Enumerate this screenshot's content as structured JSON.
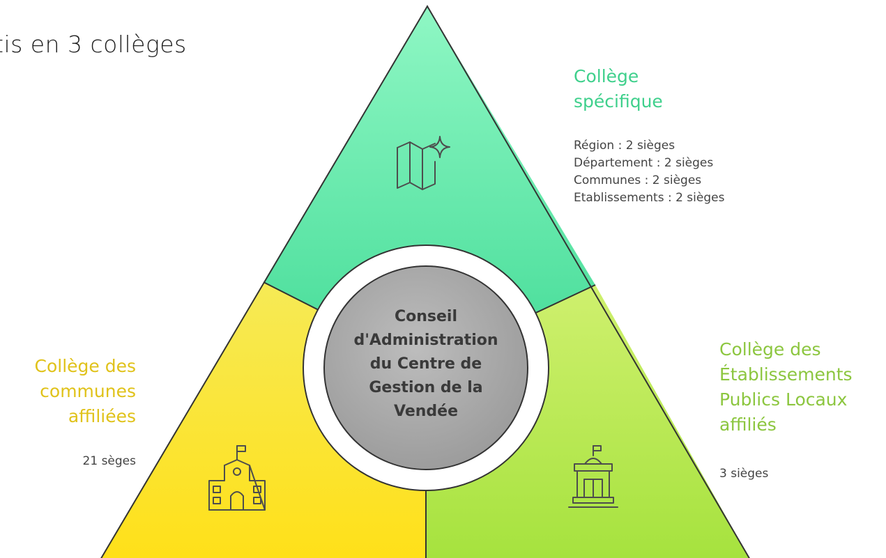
{
  "heading": "tis en 3 collèges",
  "center": {
    "lines": [
      "Conseil",
      "d'Administration",
      "du Centre de",
      "Gestion de la",
      "Vendée"
    ]
  },
  "colleges": {
    "specifique": {
      "title_lines": [
        "Collège",
        "spécifique"
      ],
      "detail_lines": [
        "Région : 2 sièges",
        "Département : 2 sièges",
        "Communes : 2 sièges",
        "Etablissements : 2 sièges"
      ],
      "color": "#3fd08c",
      "icon": "map-sparkle-icon"
    },
    "communes": {
      "title_lines": [
        "Collège des",
        "communes",
        "affiliées"
      ],
      "detail_lines": [
        "21 sèges"
      ],
      "color": "#e0c21a",
      "icon": "school-building-icon"
    },
    "etablissements": {
      "title_lines": [
        "Collège des",
        "Établissements",
        "Publics Locaux",
        "affiliés"
      ],
      "detail_lines": [
        "3 sièges"
      ],
      "color": "#8cc63f",
      "icon": "public-building-icon"
    }
  },
  "colors": {
    "green_segment": "#4fe3a0",
    "yellow_segment": "#fbe42a",
    "lime_segment": "#b5e84e",
    "center_circle": "#a8a8a8",
    "outline": "#333333"
  }
}
